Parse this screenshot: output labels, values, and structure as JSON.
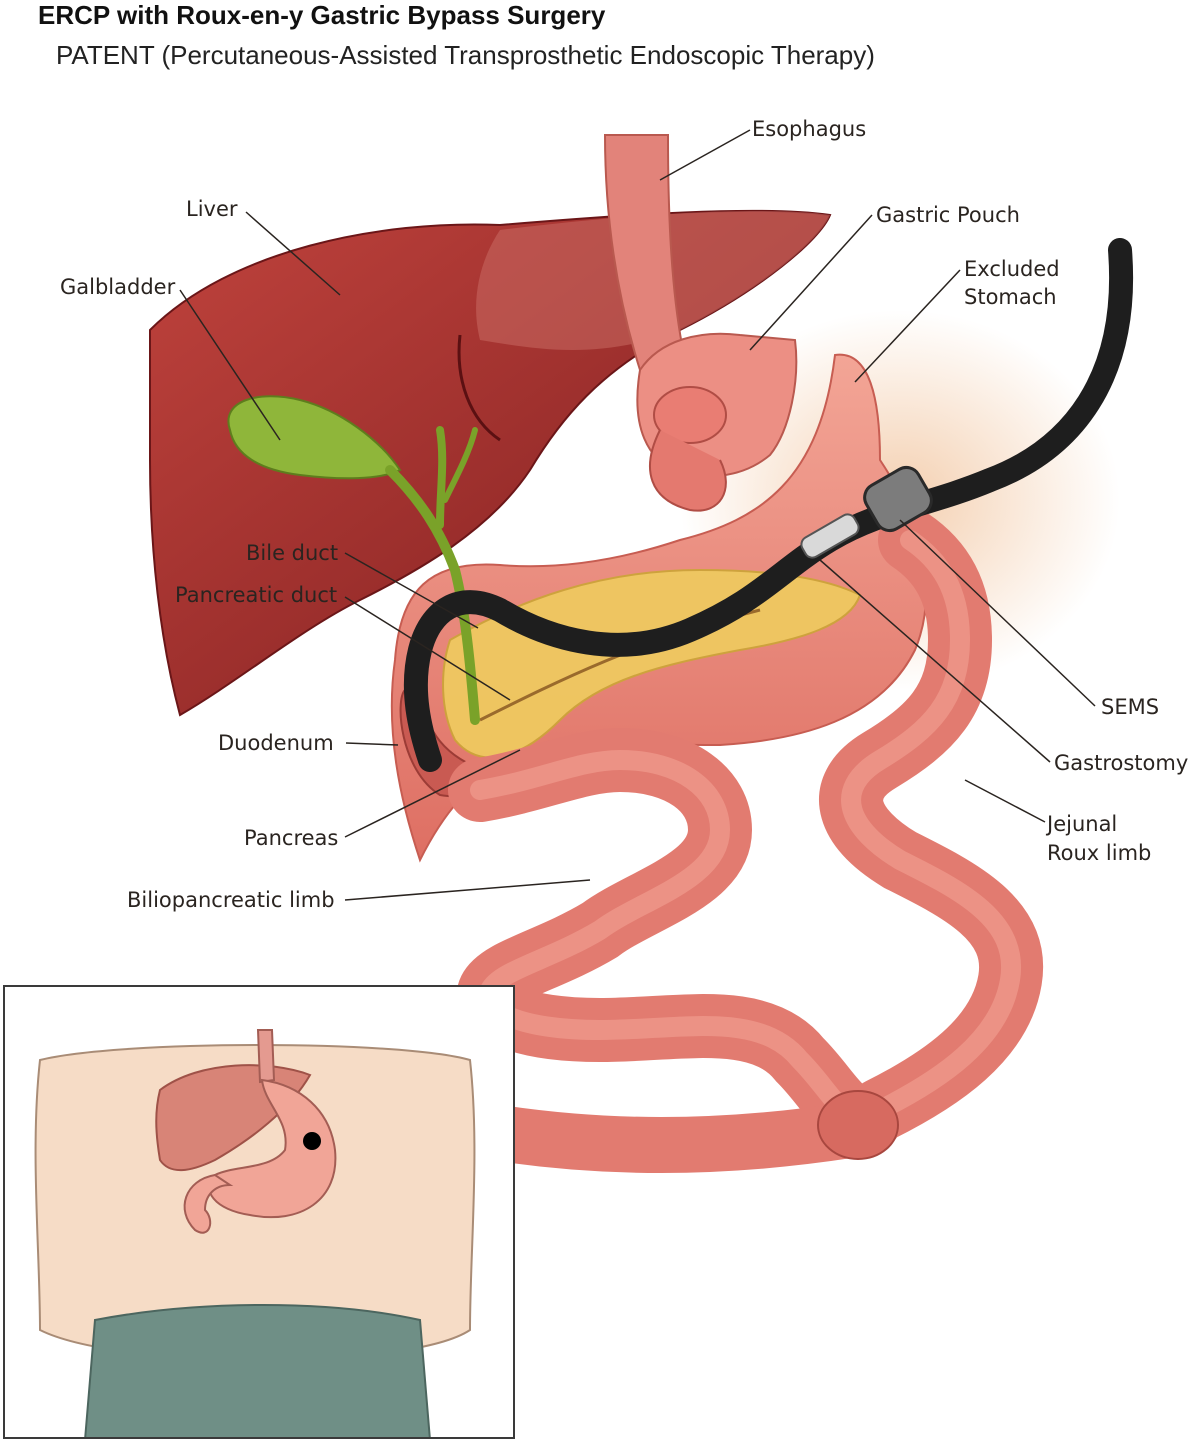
{
  "header": {
    "title": "ERCP with Roux-en-y Gastric Bypass Surgery",
    "subtitle": "PATENT (Percutaneous-Assisted Transprosthetic Endoscopic Therapy)"
  },
  "labels": {
    "esophagus": "Esophagus",
    "liver": "Liver",
    "gastric_pouch": "Gastric Pouch",
    "excluded_stomach_1": "Excluded",
    "excluded_stomach_2": "Stomach",
    "galbladder": "Galbladder",
    "bile_duct": "Bile duct",
    "pancreatic_duct": "Pancreatic duct",
    "sems": "SEMS",
    "duodenum": "Duodenum",
    "gastrostomy": "Gastrostomy",
    "pancreas": "Pancreas",
    "jejunal_roux_1": "Jejunal",
    "jejunal_roux_2": "Roux limb",
    "biliopancreatic": "Biliopancreatic limb"
  },
  "colors": {
    "liver": "#a8302e",
    "liver_dark": "#7e1e1f",
    "bowel": "#e9857a",
    "bowel_light": "#f4ad9f",
    "gallbladder": "#7fa82f",
    "pancreas": "#e8c24e",
    "endoscope": "#1e1e1e",
    "skin": "#f6dcc6",
    "cloth": "#6f8f86"
  }
}
